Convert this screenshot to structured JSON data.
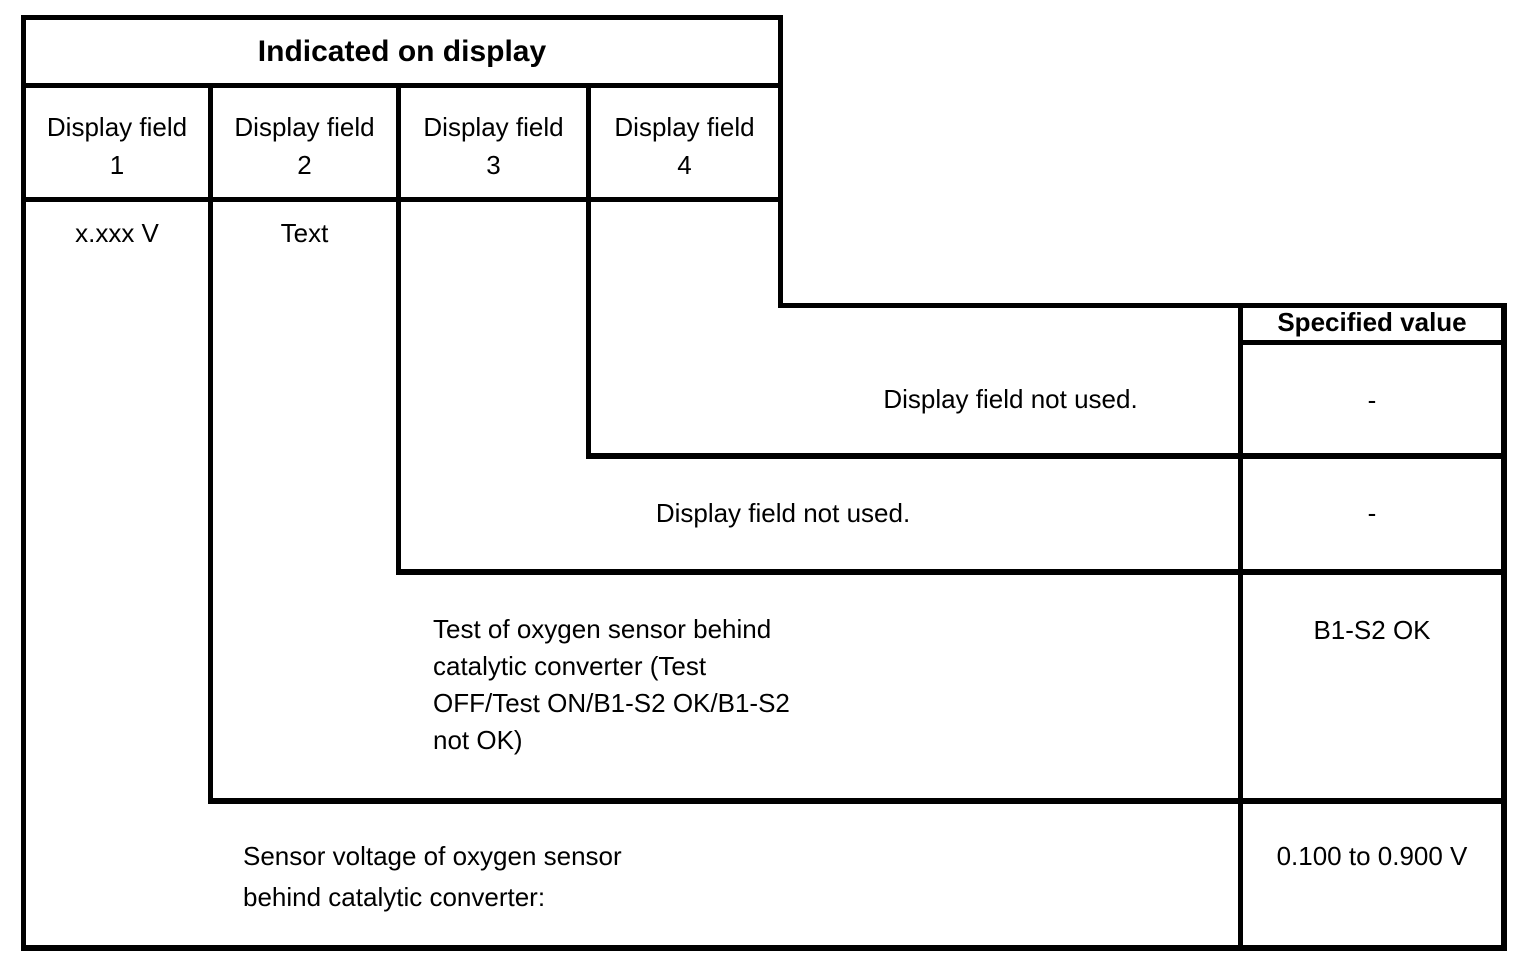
{
  "colors": {
    "line": "#000000",
    "background": "#ffffff",
    "text": "#000000"
  },
  "diagram": {
    "title": "Indicated on display",
    "spec_column_header": "Specified value",
    "display_columns": [
      {
        "label": [
          "Display field",
          "1"
        ],
        "sample_value": "x.xxx V"
      },
      {
        "label": [
          "Display field",
          "2"
        ],
        "sample_value": "Text"
      },
      {
        "label": [
          "Display field",
          "3"
        ],
        "sample_value": ""
      },
      {
        "label": [
          "Display field",
          "4"
        ],
        "sample_value": ""
      }
    ],
    "explanation_rows": [
      {
        "display_field": "4",
        "description": "Display field not used.",
        "specified_value": "-"
      },
      {
        "display_field": "3",
        "description": "Display field not used.",
        "specified_value": "-"
      },
      {
        "display_field": "2",
        "description": [
          "Test of oxygen sensor behind",
          "catalytic converter (Test",
          "OFF/Test ON/B1-S2 OK/B1-S2",
          "not OK)"
        ],
        "specified_value": "B1-S2 OK"
      },
      {
        "display_field": "1",
        "description": [
          "Sensor voltage of oxygen sensor",
          "behind catalytic converter:"
        ],
        "specified_value": "0.100 to 0.900 V"
      }
    ]
  }
}
